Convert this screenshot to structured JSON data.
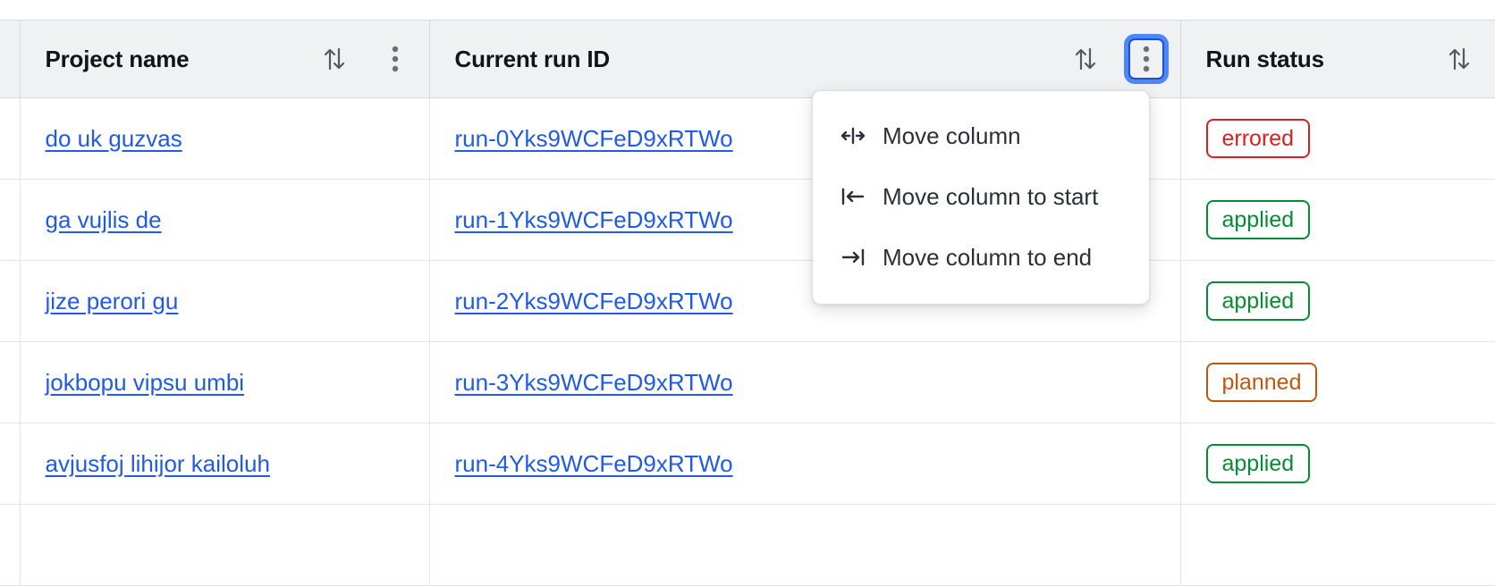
{
  "table": {
    "columns": [
      {
        "key": "project_name",
        "label": "Project name",
        "sort_icon": "sort-updown-icon",
        "has_menu": true,
        "menu_icon": "kebab-menu-icon"
      },
      {
        "key": "current_run_id",
        "label": "Current run ID",
        "sort_icon": "sort-updown-icon",
        "has_menu": true,
        "menu_icon": "kebab-menu-icon"
      },
      {
        "key": "run_status",
        "label": "Run status",
        "sort_icon": "sort-updown-icon",
        "has_menu": false,
        "menu_icon": ""
      }
    ],
    "rows": [
      {
        "project_name": "do uk guzvas",
        "current_run_id": "run-0Yks9WCFeD9xRTWo",
        "run_status": "errored",
        "status_kind": "errored"
      },
      {
        "project_name": "ga vujlis de",
        "current_run_id": "run-1Yks9WCFeD9xRTWo",
        "run_status": "applied",
        "status_kind": "applied"
      },
      {
        "project_name": "jize perori gu",
        "current_run_id": "run-2Yks9WCFeD9xRTWo",
        "run_status": "applied",
        "status_kind": "applied"
      },
      {
        "project_name": "jokbopu vipsu umbi",
        "current_run_id": "run-3Yks9WCFeD9xRTWo",
        "run_status": "planned",
        "status_kind": "planned"
      },
      {
        "project_name": "avjusfoj lihijor kailoluh",
        "current_run_id": "run-4Yks9WCFeD9xRTWo",
        "run_status": "applied",
        "status_kind": "applied"
      }
    ]
  },
  "column_menu": {
    "open_for_column": "Current run ID",
    "items": [
      {
        "label": "Move column",
        "icon": "move-column-horizontal-icon"
      },
      {
        "label": "Move column to start",
        "icon": "move-to-start-icon"
      },
      {
        "label": "Move column to end",
        "icon": "move-to-end-icon"
      }
    ]
  },
  "colors": {
    "link": "#1f5ae8",
    "header_bg": "#f0f1f3",
    "border": "#e1e3e6",
    "focus_ring": "#4d86f7",
    "status_errored": "#d92020",
    "status_applied": "#068c34",
    "status_planned": "#c2570c"
  }
}
